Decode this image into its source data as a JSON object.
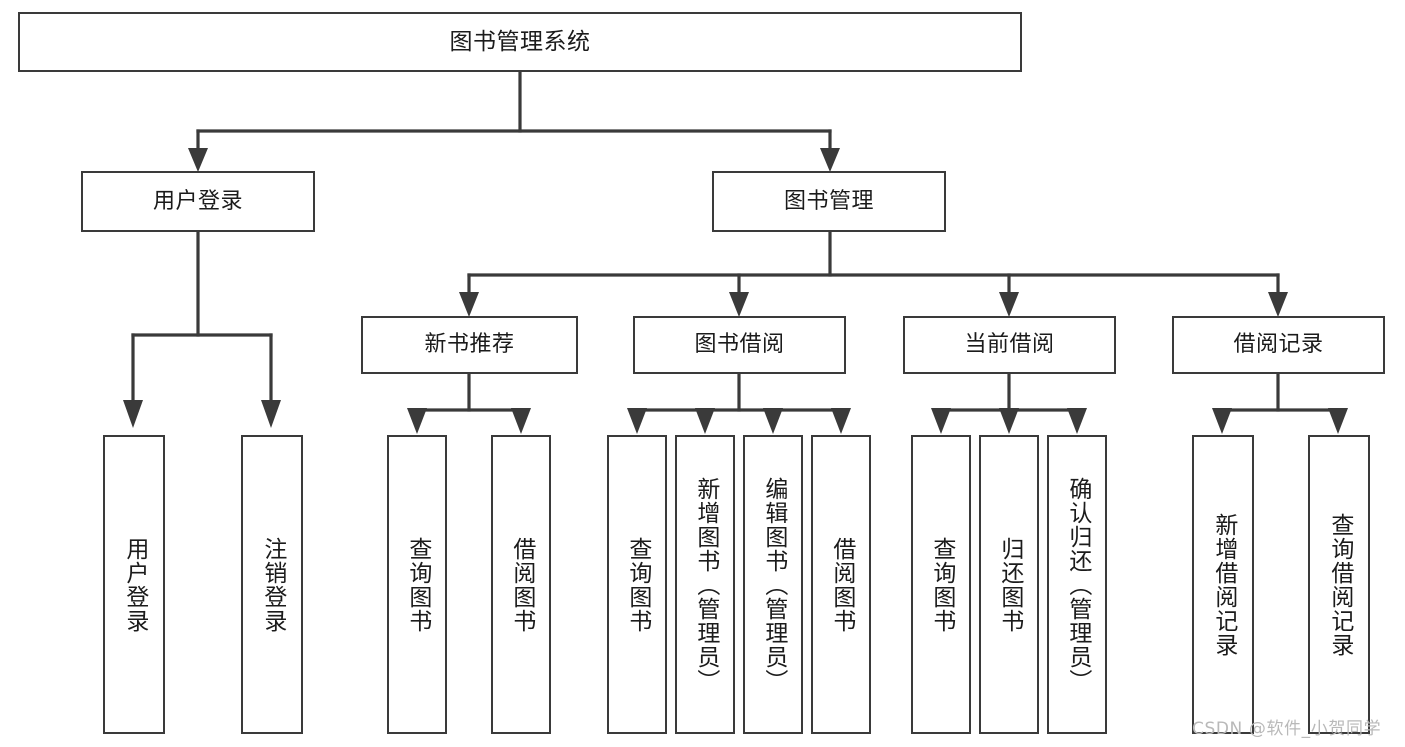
{
  "diagram": {
    "title_text": "图书管理系统",
    "type": "tree-hierarchy-diagram",
    "colors": {
      "box_border": "#3a3a3a",
      "box_fill": "#ffffff",
      "connector": "#3a3a3a",
      "text": "#1b1b1b",
      "watermark": "#b9b9b9",
      "background": "#ffffff"
    },
    "levels": {
      "level1": [
        "图书管理系统"
      ],
      "level2": [
        "用户登录",
        "图书管理"
      ],
      "level3": [
        "新书推荐",
        "图书借阅",
        "当前借阅",
        "借阅记录"
      ],
      "level4": [
        "用户登录",
        "注销登录",
        "查询图书",
        "借阅图书",
        "查询图书",
        "新增图书（管理员）",
        "编辑图书（管理员）",
        "借阅图书",
        "查询图书",
        "归还图书",
        "确认归还（管理员）",
        "新增借阅记录",
        "查询借阅记录"
      ]
    }
  },
  "nodes": {
    "root": {
      "label": "图书管理系统"
    },
    "user_login": {
      "label": "用户登录"
    },
    "book_manage": {
      "label": "图书管理"
    },
    "new_book_rec": {
      "label": "新书推荐"
    },
    "book_borrow": {
      "label": "图书借阅"
    },
    "current_borrow": {
      "label": "当前借阅"
    },
    "borrow_record": {
      "label": "借阅记录"
    },
    "leaf_user_login": {
      "label": "用户登录"
    },
    "leaf_logout": {
      "label": "注销登录"
    },
    "leaf_query_book_1": {
      "label": "查询图书"
    },
    "leaf_borrow_book_1": {
      "label": "借阅图书"
    },
    "leaf_query_book_2": {
      "label": "查询图书"
    },
    "leaf_add_book_admin": {
      "label": "新增图书（管理员）"
    },
    "leaf_edit_book_admin": {
      "label": "编辑图书（管理员）"
    },
    "leaf_borrow_book_2": {
      "label": "借阅图书"
    },
    "leaf_query_book_3": {
      "label": "查询图书"
    },
    "leaf_return_book": {
      "label": "归还图书"
    },
    "leaf_confirm_return_admin": {
      "label": "确认归还（管理员）"
    },
    "leaf_add_borrow_record": {
      "label": "新增借阅记录"
    },
    "leaf_query_borrow_record": {
      "label": "查询借阅记录"
    }
  },
  "watermark": {
    "text": "CSDN @软件_小贺同学"
  }
}
